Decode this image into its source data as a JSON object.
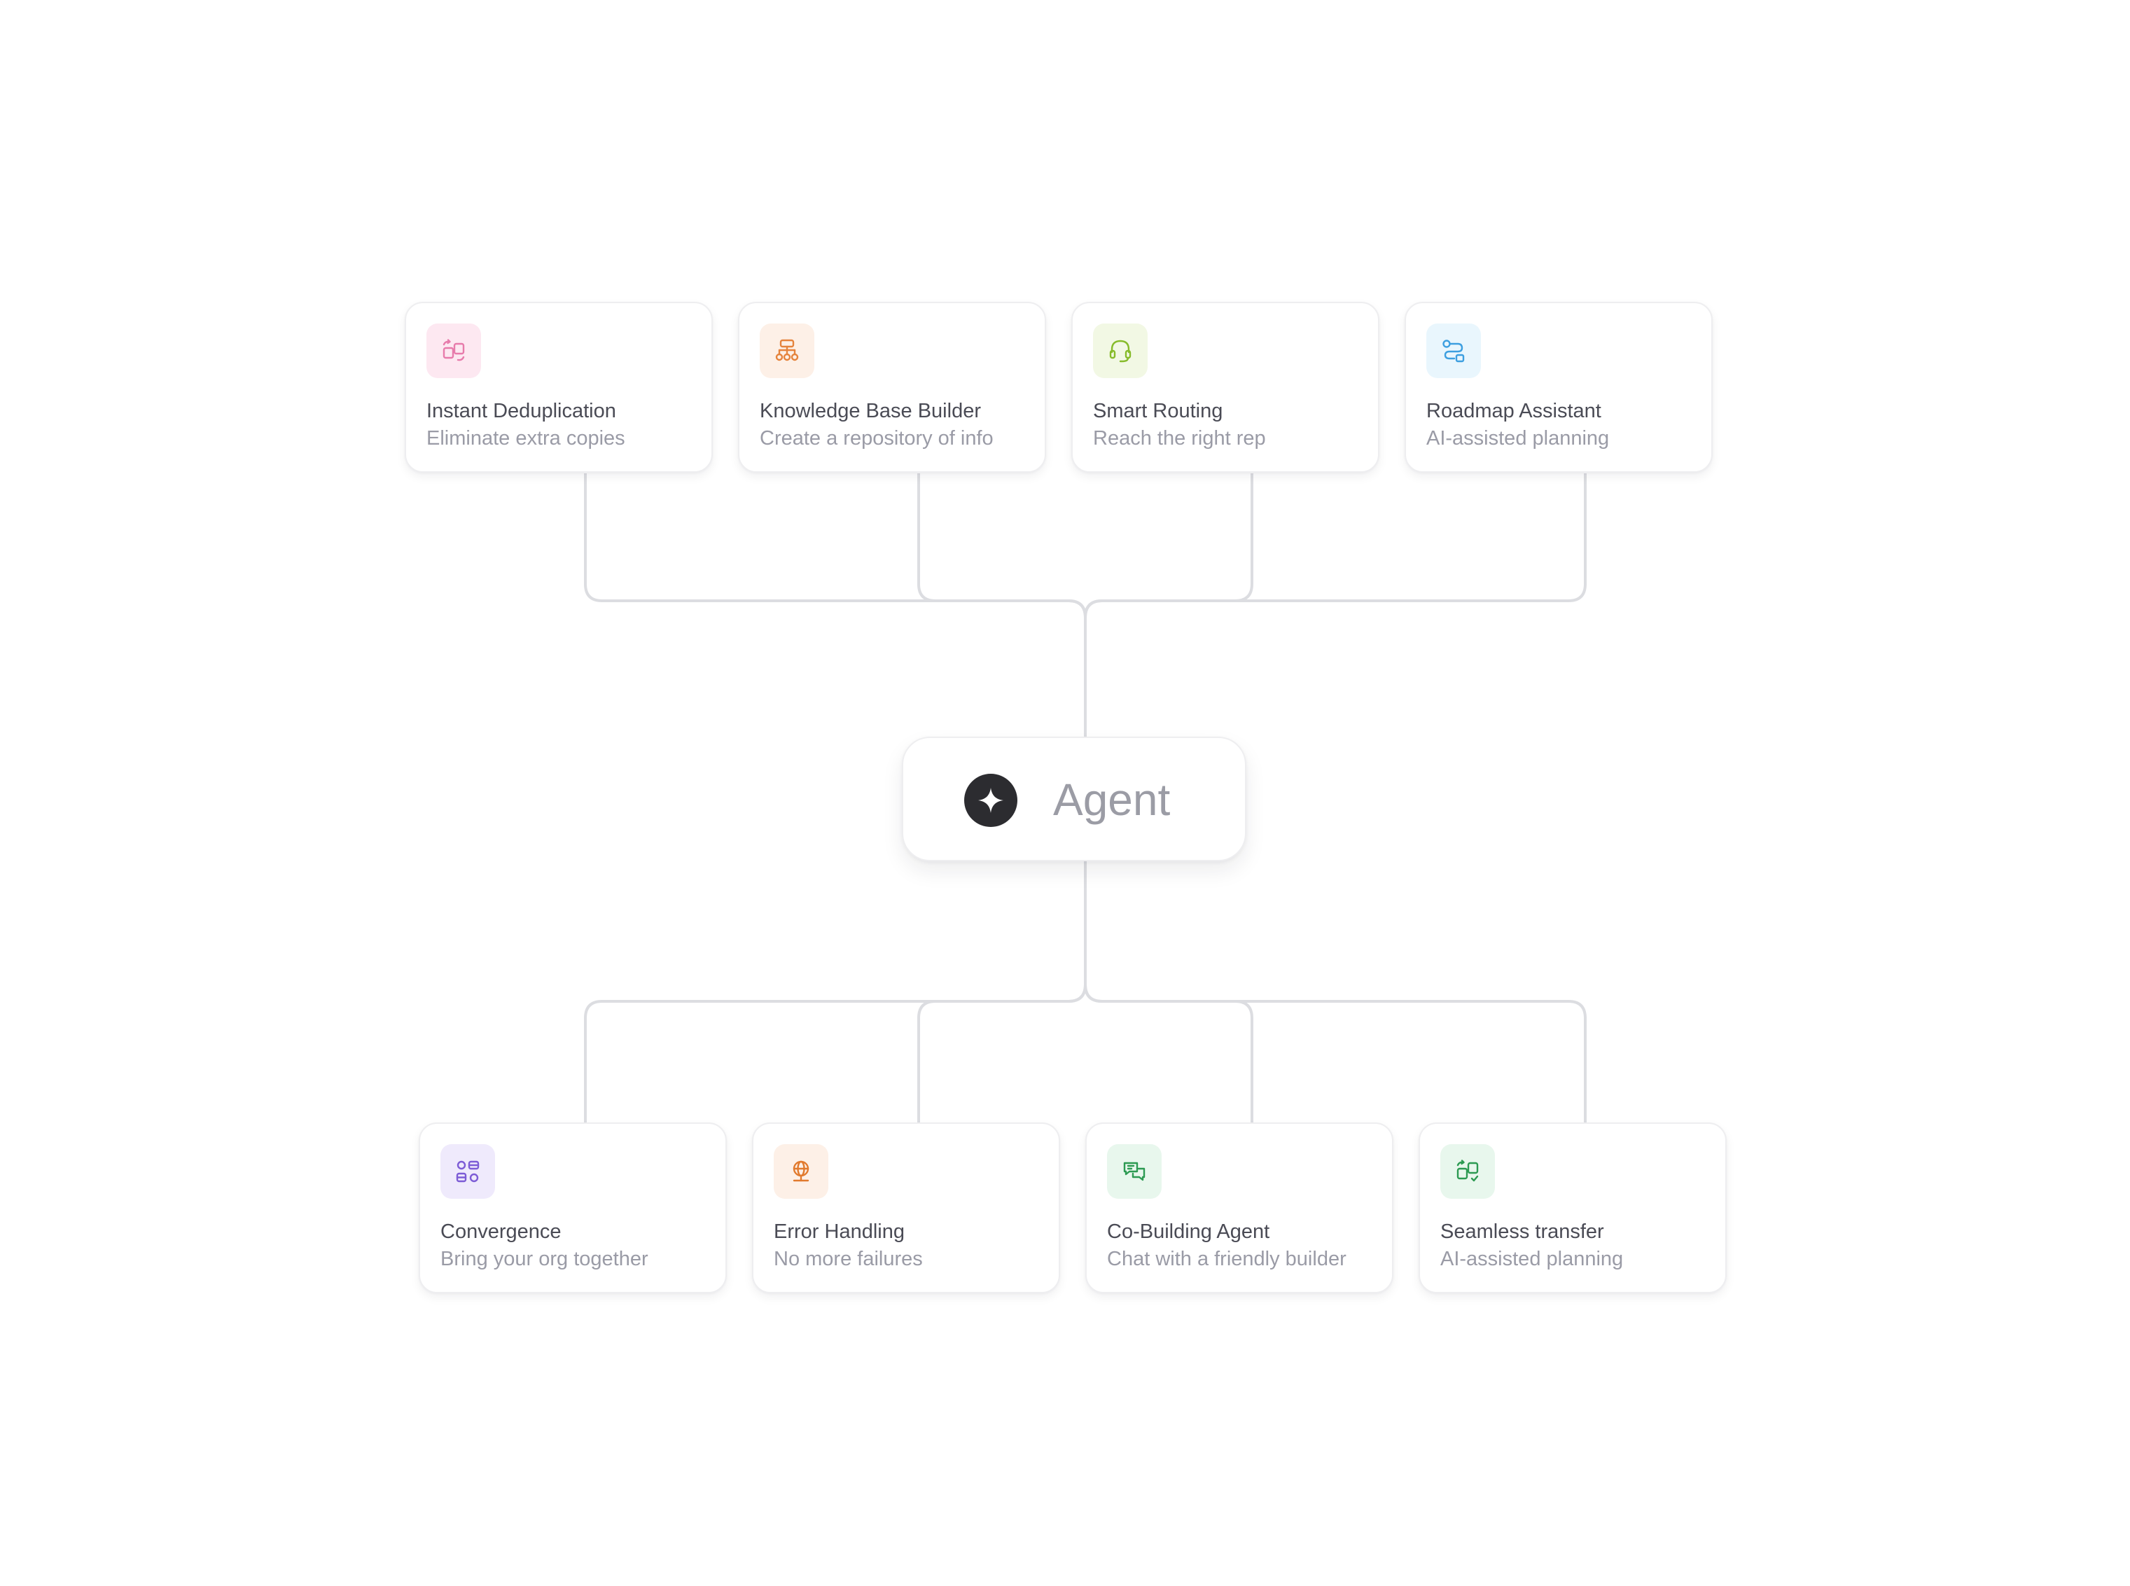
{
  "agent": {
    "label": "Agent",
    "icon": "sparkle-icon"
  },
  "inputs": [
    {
      "title": "Instant Deduplication",
      "subtitle": "Eliminate extra copies",
      "icon": "dedup-icon",
      "tile_color": "#fde8f1",
      "icon_color": "#e77bab"
    },
    {
      "title": "Knowledge Base Builder",
      "subtitle": "Create a repository of info",
      "icon": "hierarchy-icon",
      "tile_color": "#fdf0e7",
      "icon_color": "#e5833c"
    },
    {
      "title": "Smart Routing",
      "subtitle": "Reach the right rep",
      "icon": "headset-icon",
      "tile_color": "#f2f8e4",
      "icon_color": "#86bb2a"
    },
    {
      "title": "Roadmap Assistant",
      "subtitle": "AI-assisted planning",
      "icon": "route-icon",
      "tile_color": "#e9f6fd",
      "icon_color": "#3d9fe0"
    }
  ],
  "outputs": [
    {
      "title": "Convergence",
      "subtitle": "Bring your org together",
      "icon": "converge-icon",
      "tile_color": "#efeafc",
      "icon_color": "#7d5cd6"
    },
    {
      "title": "Error Handling",
      "subtitle": "No more failures",
      "icon": "globe-icon",
      "tile_color": "#fdf0e7",
      "icon_color": "#e17a2e"
    },
    {
      "title": "Co-Building Agent",
      "subtitle": "Chat with a friendly builder",
      "icon": "chat-icon",
      "tile_color": "#e8f7ed",
      "icon_color": "#2c9a52"
    },
    {
      "title": "Seamless transfer",
      "subtitle": "AI-assisted planning",
      "icon": "transfer-icon",
      "tile_color": "#e8f7ed",
      "icon_color": "#2c9a52"
    }
  ]
}
